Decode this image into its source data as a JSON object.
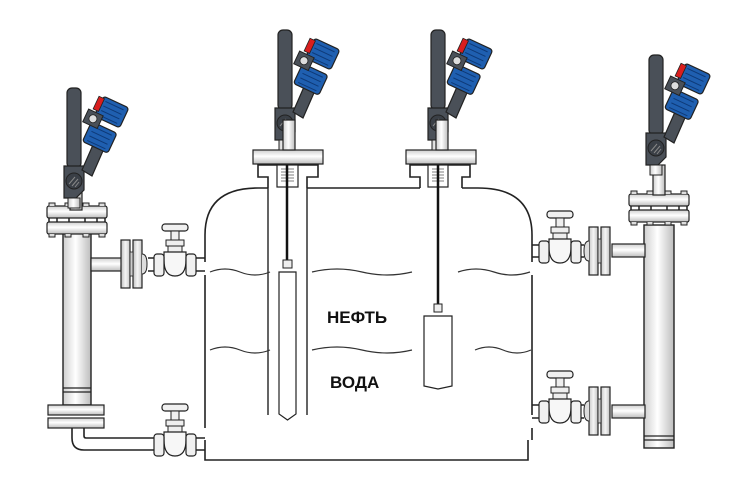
{
  "diagram": {
    "title": "",
    "labels": {
      "oil": "НЕФТЬ",
      "water": "ВОДА"
    },
    "components": {
      "tank": "separator-tank",
      "transmitters": [
        "level-transmitter-left-chamber",
        "level-transmitter-stilling-well",
        "level-transmitter-displacer",
        "level-transmitter-right-chamber"
      ],
      "valves": [
        "valve-left-upper",
        "valve-left-lower",
        "valve-right-upper",
        "valve-right-lower"
      ]
    },
    "colors": {
      "transmitter_body": "#4a5058",
      "transmitter_display": "#1f5fb0",
      "transmitter_accent": "#d81e1e",
      "outline": "#222222",
      "pipe_fill": "#e6e6e6"
    }
  }
}
